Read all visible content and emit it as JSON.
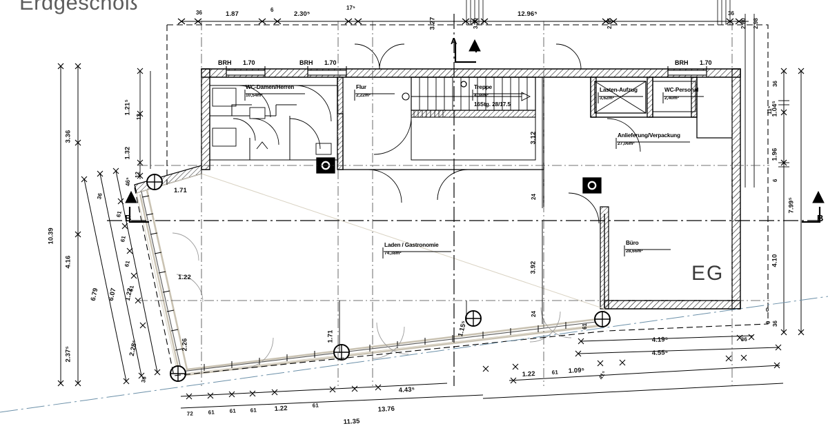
{
  "drawing": {
    "title": "Erdgeschoß",
    "floor_tag": "EG",
    "section_markers": [
      {
        "label": "A",
        "position": "top-center"
      },
      {
        "label": "A",
        "position": "top-center-right"
      },
      {
        "label": "B",
        "position": "left-middle"
      },
      {
        "label": "B",
        "position": "right-middle"
      }
    ]
  },
  "rooms": [
    {
      "name": "WC-Damen/Herren",
      "area": "10,54m²"
    },
    {
      "name": "Flur",
      "area": "2,22m²"
    },
    {
      "name": "Treppe",
      "area": "4,38m²",
      "note": "16Stg.  28/17.5"
    },
    {
      "name": "Lasten-Aufzug",
      "area": "3,62m²"
    },
    {
      "name": "WC-Personal",
      "area": "2,40m²"
    },
    {
      "name": "Anlieferung/Verpackung",
      "area": "27,06m²"
    },
    {
      "name": "Laden / Gastronomie",
      "area": "74,38m²"
    },
    {
      "name": "Büro",
      "area": "28,66m²"
    }
  ],
  "window_labels": [
    {
      "code": "BRH",
      "value": "1.70"
    },
    {
      "code": "BRH",
      "value": "1.70"
    },
    {
      "code": "BRH",
      "value": "1.70"
    }
  ],
  "dimensions": {
    "top_chain": [
      "36",
      "1.87",
      "6",
      "2.30⁵",
      "17⁵",
      "3.27",
      "3.10",
      "12.96⁵",
      "2.95",
      "36",
      "2.80",
      "2.98"
    ],
    "left_chain": [
      "3.36",
      "10.39",
      "4.16",
      "2.37⁵",
      "6.79",
      "6.07",
      "1.22",
      "2.28⁵",
      "36",
      "61",
      "61",
      "61",
      "61",
      "36",
      "1.21⁵",
      "12",
      "1.32",
      "46⁵",
      "12",
      "2.26",
      "1.71",
      "1.22"
    ],
    "right_chain": [
      "36",
      "1.04⁵",
      "11⁵",
      "1.96",
      "6",
      "7.99⁵",
      "4.10",
      "36",
      "0"
    ],
    "bottom_chain": [
      "72",
      "61",
      "61",
      "61",
      "1.22",
      "61",
      "1.22",
      "61",
      "1.09⁵",
      "41⁵",
      "4.43⁵",
      "13.76",
      "11.35",
      "4.19⁵",
      "36",
      "4.55⁵",
      "0"
    ],
    "interior_vertical": [
      "3.12",
      "24",
      "3.92",
      "24",
      "1.71",
      "1.15⁵",
      "61"
    ]
  },
  "tick_values": {
    "t_36": "36",
    "t_187": "1.87",
    "t_6": "6",
    "t_2305": "2.30",
    "t_2305s": "5",
    "t_175": "17",
    "t_175s": "5",
    "t_327": "3.27",
    "t_310": "3.10",
    "t_12965": "12.96",
    "t_12965s": "5",
    "t_295": "2.95",
    "t_36b": "36",
    "t_280": "2.80",
    "t_298": "2.98"
  }
}
